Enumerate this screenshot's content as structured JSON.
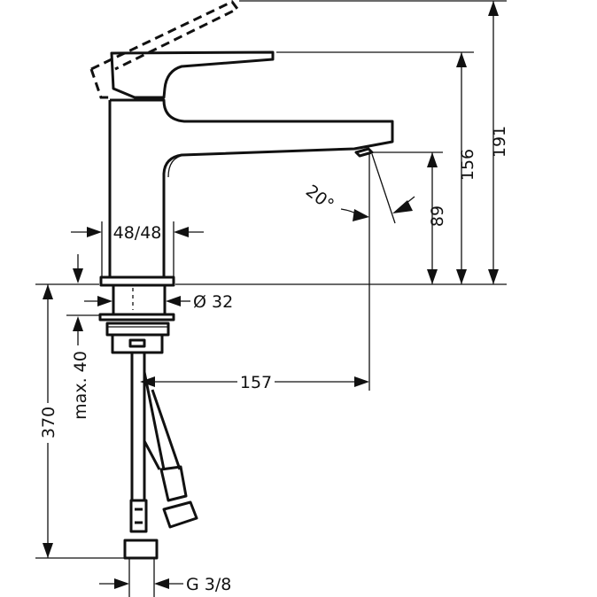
{
  "drawing": {
    "dimensions": {
      "total_height": "191",
      "handle_height": "156",
      "spout_height": "89",
      "body_width": "48/48",
      "hole_diameter": "Ø 32",
      "max_counter_thickness": "max. 40",
      "below_counter_length": "370",
      "spout_reach": "157",
      "spray_angle": "20°",
      "connection_thread": "G 3/8"
    },
    "line_color": "#111111"
  }
}
